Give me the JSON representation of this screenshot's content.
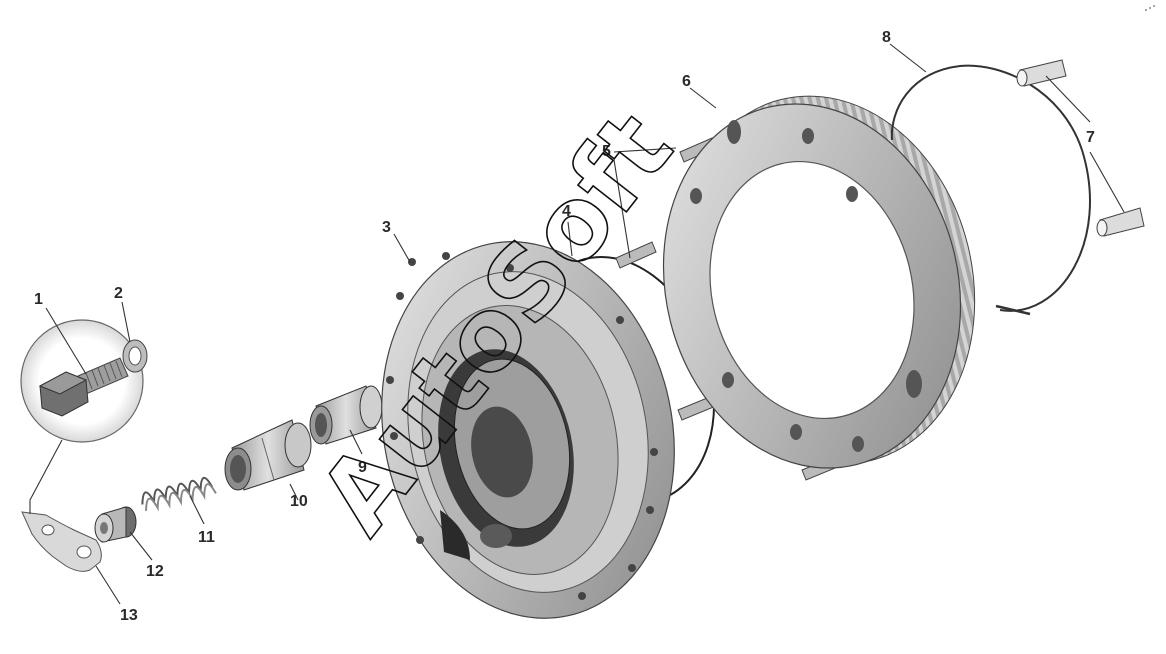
{
  "watermark": "AutoSoft",
  "callouts": [
    "1",
    "2",
    "3",
    "4",
    "5",
    "6",
    "7",
    "8",
    "9",
    "10",
    "11",
    "12",
    "13"
  ],
  "colors": {
    "metal_dark": "#8c8c8c",
    "metal_mid": "#b4b4b4",
    "metal_light": "#dcdcdc",
    "shadow": "#4a4a4a",
    "line": "#333333"
  }
}
